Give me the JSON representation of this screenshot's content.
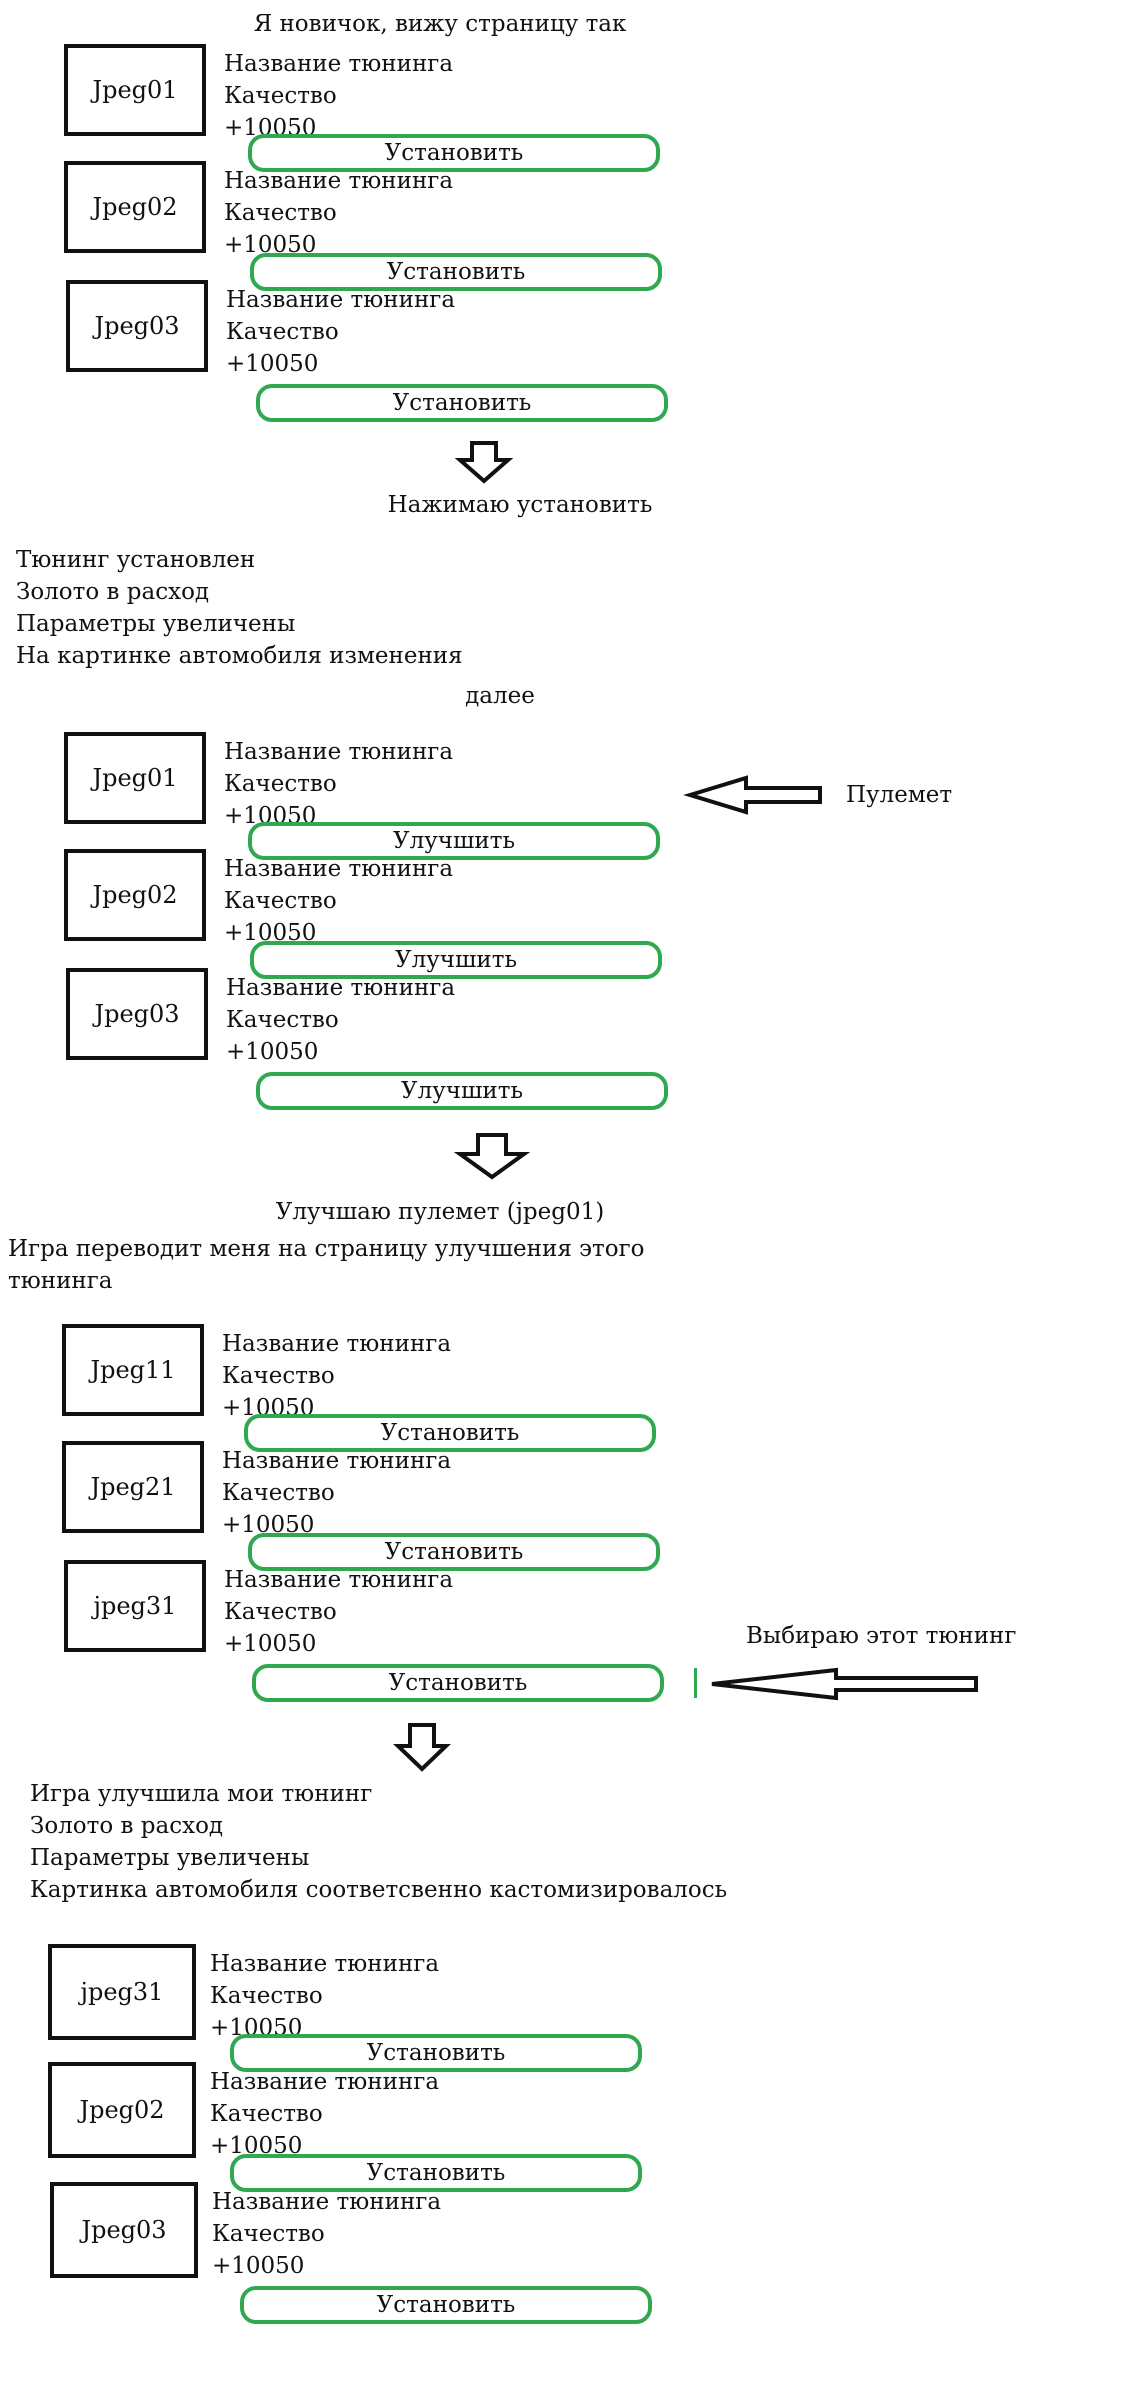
{
  "colors": {
    "button_border": "#2fa84f",
    "outline": "#111111"
  },
  "labels": {
    "intro": "Я новичок, вижу страницу так",
    "press": "Нажимаю установить",
    "result1": [
      "Тюнинг установлен",
      "Золото в расход",
      "Параметры увеличены",
      "На картинке автомобиля изменения"
    ],
    "next": "далее",
    "machinegun": "Пулемет",
    "upgrade_mg": "Улучшаю пулемет (jpeg01)",
    "go_to_page": [
      "Игра переводит меня на страницу улучшения этого",
      "тюнинга"
    ],
    "choose": "Выбираю этот тюнинг",
    "result2": [
      "Игра улучшила мои тюнинг",
      "Золото в расход",
      "Параметры увеличены",
      "Картинка автомобиля соответсвенно кастомизировалось"
    ]
  },
  "section1": [
    {
      "image": "Jpeg01",
      "name": "Название тюнинга",
      "quality": "Качество",
      "value": "+10050",
      "button": "Установить"
    },
    {
      "image": "Jpeg02",
      "name": "Название тюнинга",
      "quality": "Качество",
      "value": "+10050",
      "button": "Установить"
    },
    {
      "image": "Jpeg03",
      "name": "Название тюнинга",
      "quality": "Качество",
      "value": "+10050",
      "button": "Установить"
    }
  ],
  "section2": [
    {
      "image": "Jpeg01",
      "name": "Название тюнинга",
      "quality": "Качество",
      "value": "+10050",
      "button": "Улучшить"
    },
    {
      "image": "Jpeg02",
      "name": "Название тюнинга",
      "quality": "Качество",
      "value": "+10050",
      "button": "Улучшить"
    },
    {
      "image": "Jpeg03",
      "name": "Название тюнинга",
      "quality": "Качество",
      "value": "+10050",
      "button": "Улучшить"
    }
  ],
  "section3": [
    {
      "image": "Jpeg11",
      "name": "Название тюнинга",
      "quality": "Качество",
      "value": "+10050",
      "button": "Установить"
    },
    {
      "image": "Jpeg21",
      "name": "Название тюнинга",
      "quality": "Качество",
      "value": "+10050",
      "button": "Установить"
    },
    {
      "image": "jpeg31",
      "name": "Название тюнинга",
      "quality": "Качество",
      "value": "+10050",
      "button": "Установить"
    }
  ],
  "section4": [
    {
      "image": "jpeg31",
      "name": "Название тюнинга",
      "quality": "Качество",
      "value": "+10050",
      "button": "Установить"
    },
    {
      "image": "Jpeg02",
      "name": "Название тюнинга",
      "quality": "Качество",
      "value": "+10050",
      "button": "Установить"
    },
    {
      "image": "Jpeg03",
      "name": "Название тюнинга",
      "quality": "Качество",
      "value": "+10050",
      "button": "Установить"
    }
  ]
}
